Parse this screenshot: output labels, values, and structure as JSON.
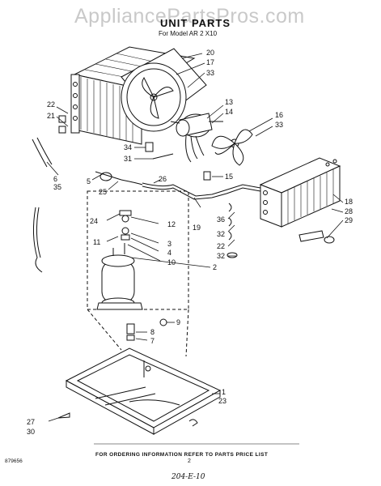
{
  "watermark": "AppliancePartsPros.com",
  "title": "UNIT PARTS",
  "subtitle": "For Model AR 2 X10",
  "footer_note": "FOR ORDERING INFORMATION REFER TO PARTS PRICE LIST",
  "doc_ref": "879656",
  "page_number": "2",
  "handwritten_note": "204-E-10",
  "callouts": [
    {
      "id": "20",
      "label": "20"
    },
    {
      "id": "17",
      "label": "17"
    },
    {
      "id": "33a",
      "label": "33"
    },
    {
      "id": "22a",
      "label": "22"
    },
    {
      "id": "21",
      "label": "21"
    },
    {
      "id": "13",
      "label": "13"
    },
    {
      "id": "14",
      "label": "14"
    },
    {
      "id": "16",
      "label": "16"
    },
    {
      "id": "33b",
      "label": "33"
    },
    {
      "id": "34",
      "label": "34"
    },
    {
      "id": "31",
      "label": "31"
    },
    {
      "id": "6",
      "label": "6"
    },
    {
      "id": "35",
      "label": "35"
    },
    {
      "id": "5",
      "label": "5"
    },
    {
      "id": "25",
      "label": "25"
    },
    {
      "id": "26",
      "label": "26"
    },
    {
      "id": "15",
      "label": "15"
    },
    {
      "id": "24",
      "label": "24"
    },
    {
      "id": "12",
      "label": "12"
    },
    {
      "id": "11",
      "label": "11"
    },
    {
      "id": "3",
      "label": "3"
    },
    {
      "id": "4",
      "label": "4"
    },
    {
      "id": "10",
      "label": "10"
    },
    {
      "id": "2",
      "label": "2"
    },
    {
      "id": "19",
      "label": "19"
    },
    {
      "id": "36",
      "label": "36"
    },
    {
      "id": "32a",
      "label": "32"
    },
    {
      "id": "22b",
      "label": "22"
    },
    {
      "id": "32b",
      "label": "32"
    },
    {
      "id": "18",
      "label": "18"
    },
    {
      "id": "28",
      "label": "28"
    },
    {
      "id": "29",
      "label": "29"
    },
    {
      "id": "9",
      "label": "9"
    },
    {
      "id": "8",
      "label": "8"
    },
    {
      "id": "7",
      "label": "7"
    },
    {
      "id": "1",
      "label": "1"
    },
    {
      "id": "23",
      "label": "23"
    },
    {
      "id": "27",
      "label": "27"
    },
    {
      "id": "30",
      "label": "30"
    }
  ]
}
